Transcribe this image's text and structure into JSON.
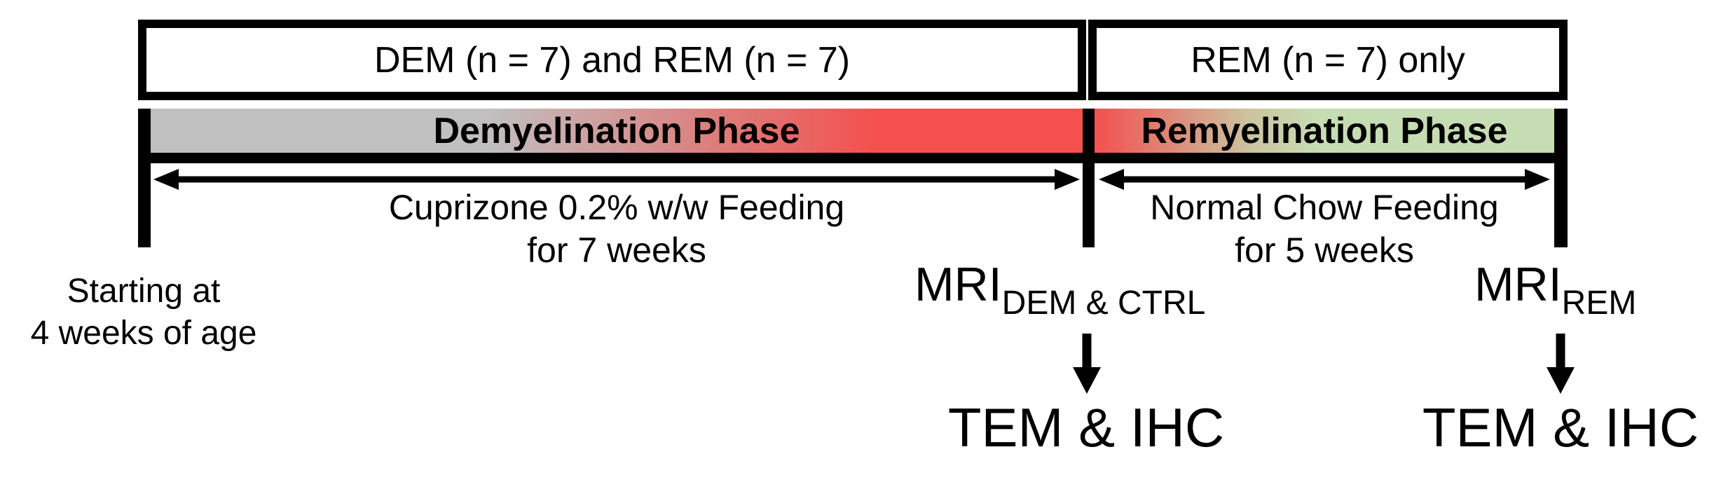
{
  "colors": {
    "black": "#000000",
    "gray": "#c1c0c0",
    "red": "#f4504e",
    "green": "#c6dcb3"
  },
  "cohorts": {
    "dem_rem_label": "DEM (n = 7) and REM (n = 7)",
    "rem_only_label": "REM (n = 7) only"
  },
  "phases": {
    "demyelination_label": "Demyelination Phase",
    "remyelination_label": "Remyelination Phase"
  },
  "feeding": {
    "cuprizone": {
      "line1": "Cuprizone 0.2% w/w Feeding",
      "line2": "for 7 weeks"
    },
    "normal_chow": {
      "line1": "Normal Chow Feeding",
      "line2": "for 5 weeks"
    }
  },
  "start_label": {
    "line1": "Starting at",
    "line2": "4 weeks of age"
  },
  "mri_mid": {
    "main": "MRI",
    "subscript": "DEM & CTRL"
  },
  "mri_end": {
    "main": "MRI",
    "subscript": "REM"
  },
  "outputs": {
    "mid_label": "TEM & IHC",
    "end_label": "TEM & IHC"
  }
}
